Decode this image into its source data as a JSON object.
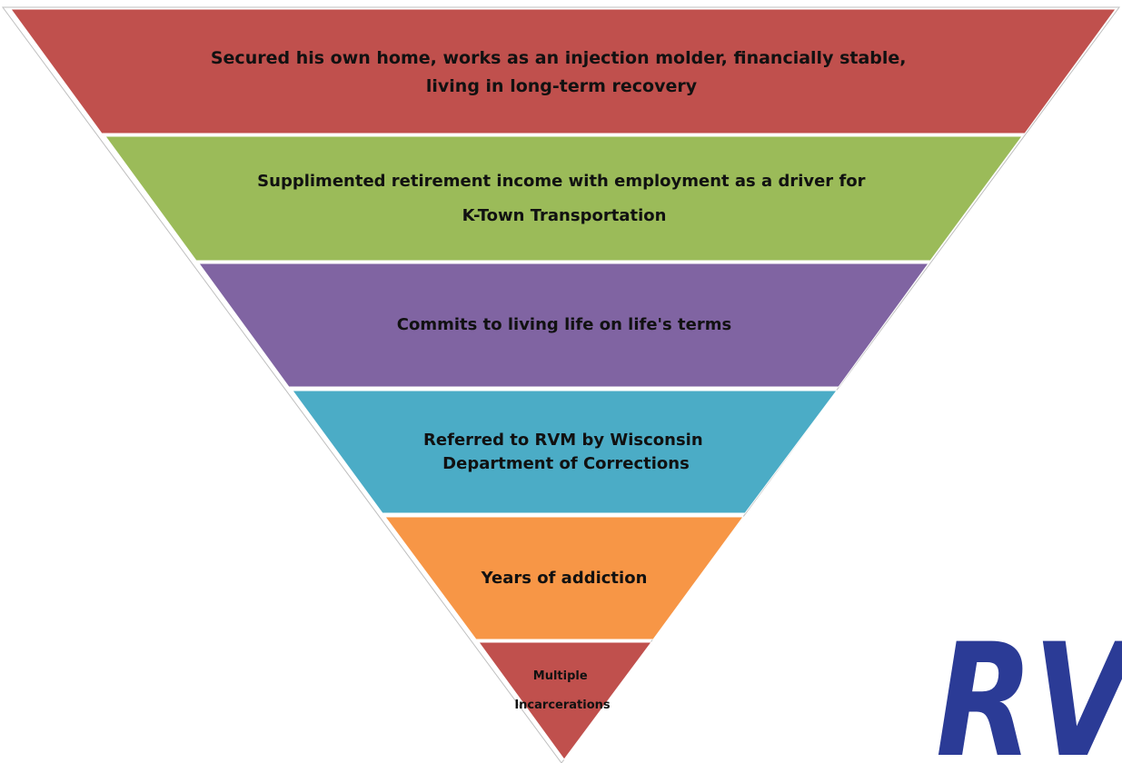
{
  "pyramid": {
    "levels": [
      {
        "lines": [
          "Secured his own home, works as an injection molder, financially stable,",
          "living in long-term recovery"
        ],
        "color": "#c0504d"
      },
      {
        "lines": [
          "Supplimented retirement income with employment as a driver for",
          "K-Town Transportation"
        ],
        "color": "#9bbb59"
      },
      {
        "lines": [
          "Commits to living life on life's terms"
        ],
        "color": "#8064a2"
      },
      {
        "lines": [
          "Referred to RVM by Wisconsin",
          "Department of Corrections"
        ],
        "color": "#4bacc6"
      },
      {
        "lines": [
          "Years of addiction"
        ],
        "color": "#f79646"
      },
      {
        "lines": [
          "Multiple",
          "Incarcerations"
        ],
        "color": "#c0504d"
      }
    ]
  },
  "logo": {
    "text": "RV",
    "color": "#2b3b96"
  }
}
